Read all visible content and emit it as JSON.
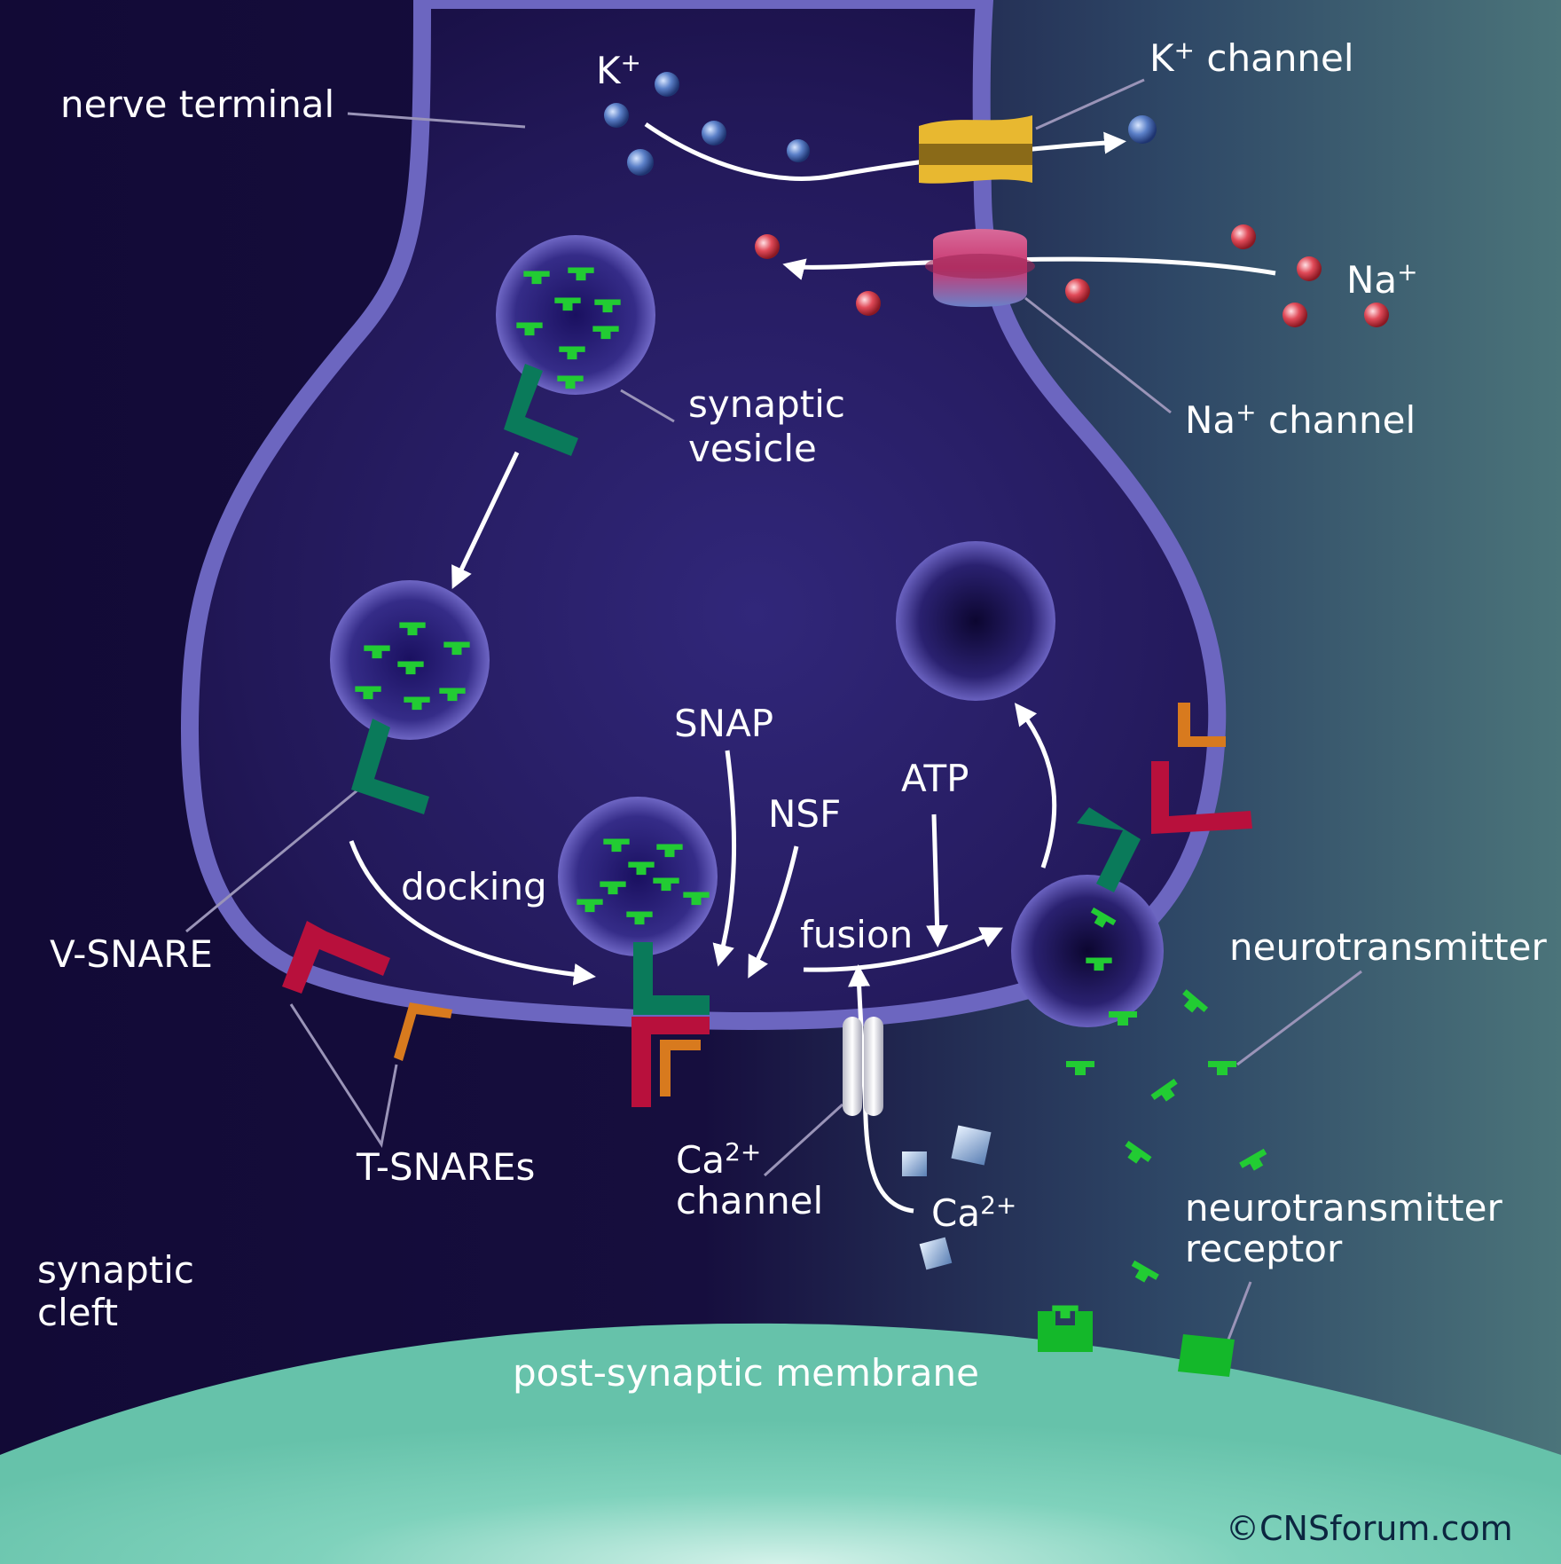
{
  "labels": {
    "nerve_terminal": "nerve terminal",
    "k_ion": "K",
    "k_sup": "+",
    "k_channel": "K",
    "k_channel_sup": "+",
    "k_channel_word": " channel",
    "na_ion": "Na",
    "na_sup": "+",
    "na_channel": "Na",
    "na_channel_sup": "+",
    "na_channel_word": " channel",
    "synaptic_vesicle_1": "synaptic",
    "synaptic_vesicle_2": "vesicle",
    "snap": "SNAP",
    "nsf": "NSF",
    "atp": "ATP",
    "docking": "docking",
    "fusion": "fusion",
    "v_snare": "V-SNARE",
    "t_snares": "T-SNAREs",
    "ca_channel_ion": "Ca",
    "ca_channel_sup": "2+",
    "ca_channel_word": "channel",
    "ca_ion": "Ca",
    "ca_sup": "2+",
    "neurotransmitter": "neurotransmitter",
    "receptor_1": "neurotransmitter",
    "receptor_2": "receptor",
    "cleft_1": "synaptic",
    "cleft_2": "cleft",
    "postsynaptic": "post-synaptic membrane",
    "copyright": "©CNSforum.com"
  },
  "colors": {
    "background_left": "#120a36",
    "background_right": "#4a727a",
    "terminal_fill": "#251a5c",
    "membrane": "#6e68c0",
    "postsynaptic": "#6ec4ac",
    "neurotransmitter": "#22cc33",
    "v_snare": "#0a7a5a",
    "t_snare_red": "#b8103c",
    "t_snare_orange": "#d87a1e",
    "k_channel": "#e8b830",
    "k_ion": "#5b7fc4",
    "na_ion": "#d84050",
    "ca_ion": "#a8c4e4"
  }
}
